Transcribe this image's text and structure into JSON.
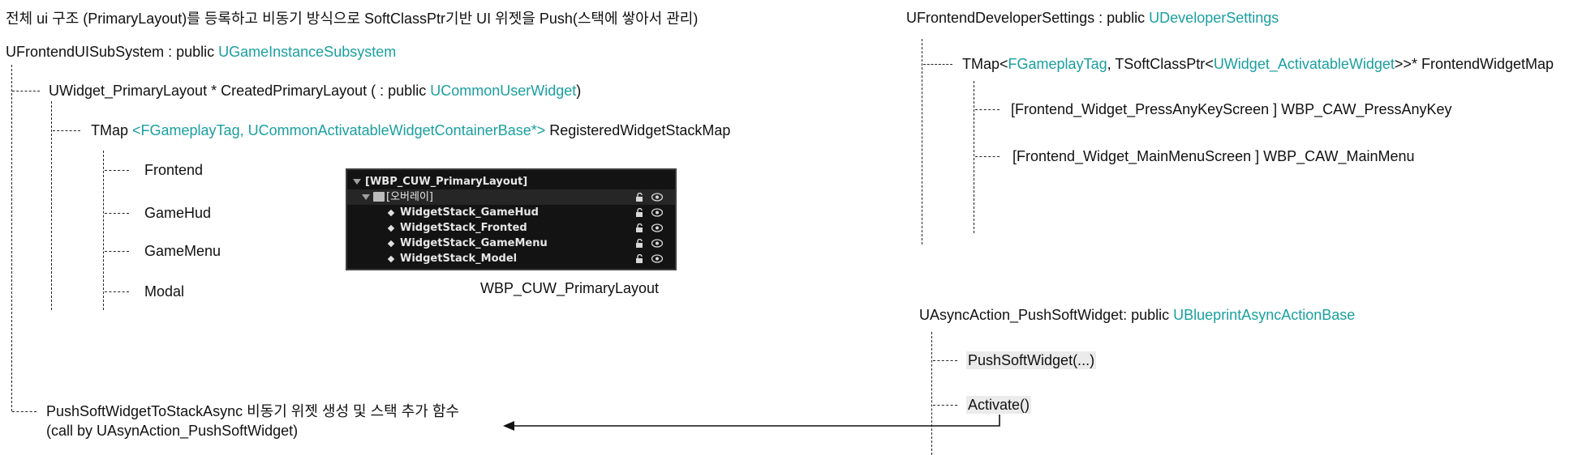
{
  "header": {
    "title": "전체 ui 구조 (PrimaryLayout)를 등록하고 비동기 방식으로 SoftClassPtr기반 UI 위젯을 Push(스택에 쌓아서 관리)"
  },
  "subsystem": {
    "name": "UFrontendUISubSystem : public ",
    "base": "UGameInstanceSubsystem",
    "layout_prefix": "UWidget_PrimaryLayout * CreatedPrimaryLayout ( : public ",
    "layout_base": "UCommonUserWidget",
    "layout_suffix": ")",
    "tmap_prefix": "TMap ",
    "tmap_types": "<FGameplayTag, UCommonActivatableWidgetContainerBase*>",
    "tmap_name": " RegisteredWidgetStackMap",
    "stacks": [
      "Frontend",
      "GameHud",
      "GameMenu",
      "Modal"
    ],
    "push_line1": "PushSoftWidgetToStackAsync 비동기 위젯 생성 및 스택 추가 함수",
    "push_line2": "(call by UAsynAction_PushSoftWidget)"
  },
  "outliner": {
    "root": "[WBP_CUW_PrimaryLayout]",
    "overlay": "[오버레이]",
    "items": [
      "WidgetStack_GameHud",
      "WidgetStack_Fronted",
      "WidgetStack_GameMenu",
      "WidgetStack_Model"
    ],
    "caption": "WBP_CUW_PrimaryLayout"
  },
  "dev_settings": {
    "name": "UFrontendDeveloperSettings : public ",
    "base": "UDeveloperSettings",
    "map_p1": "TMap<",
    "map_t1": "FGameplayTag",
    "map_p2": ", TSoftClassPtr<",
    "map_t2": "UWidget_ActivatableWidget",
    "map_p3": ">>* FrontendWidgetMap",
    "entries": [
      "[Frontend_Widget_PressAnyKeyScreen ] WBP_CAW_PressAnyKey",
      "[Frontend_Widget_MainMenuScreen ] WBP_CAW_MainMenu"
    ]
  },
  "async_action": {
    "name": "UAsyncAction_PushSoftWidget: public ",
    "base": "UBlueprintAsyncActionBase",
    "methods": [
      "PushSoftWidget(...)",
      "Activate()"
    ]
  },
  "colors": {
    "accent": "#1a9fa0",
    "panel_bg": "#131313"
  }
}
